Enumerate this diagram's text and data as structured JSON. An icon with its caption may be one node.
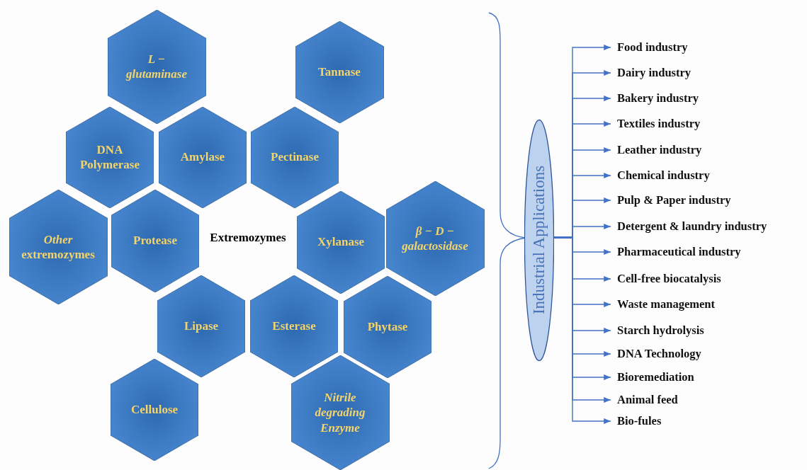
{
  "diagram": {
    "nodes": [
      {
        "text": [
          "L − glutaminase"
        ]
      },
      {
        "text": [
          "Tannase"
        ]
      },
      {
        "text": [
          "DNA Polymerase"
        ]
      },
      {
        "text": [
          "Amylase"
        ]
      },
      {
        "text": [
          "Pectinase"
        ]
      },
      {
        "text": [
          "*Other* extremozymes"
        ]
      },
      {
        "text": [
          "Protease"
        ]
      },
      {
        "text": [
          "Xylanase"
        ]
      },
      {
        "text": [
          "β − D − galactosidase"
        ]
      },
      {
        "text": [
          "Lipase"
        ]
      },
      {
        "text": [
          "Esterase"
        ]
      },
      {
        "text": [
          "Phytase"
        ]
      },
      {
        "text": [
          "Cellulose"
        ]
      },
      {
        "text": [
          "Nitrile degrading Enzyme"
        ]
      },
      {
        "text": [
          "Industrial Applications"
        ]
      },
      {
        "text": [
          "Food industry"
        ]
      },
      {
        "text": [
          "Dairy industry"
        ]
      },
      {
        "text": [
          "Bakery industry"
        ]
      },
      {
        "text": [
          "Textiles industry"
        ]
      },
      {
        "text": [
          "Leather industry"
        ]
      },
      {
        "text": [
          "Chemical industry"
        ]
      },
      {
        "text": [
          "Pulp & Paper industry"
        ]
      },
      {
        "text": [
          "Detergent & laundry industry"
        ]
      },
      {
        "text": [
          "Pharmaceutical industry"
        ]
      },
      {
        "text": [
          "Cell-free biocatalysis"
        ]
      },
      {
        "text": [
          "Waste management"
        ]
      },
      {
        "text": [
          "Starch hydrolysis"
        ]
      },
      {
        "text": [
          "DNA Technology"
        ]
      },
      {
        "text": [
          "Bioremediation"
        ]
      },
      {
        "text": [
          "Animal feed"
        ]
      },
      {
        "text": [
          "Bio-fules"
        ]
      }
    ],
    "edges": [
      {
        "from": 14,
        "to": 15,
        "arrow": "to"
      },
      {
        "from": 14,
        "to": 16,
        "arrow": "to"
      },
      {
        "from": 14,
        "to": 17,
        "arrow": "to"
      },
      {
        "from": 14,
        "to": 18,
        "arrow": "to"
      },
      {
        "from": 14,
        "to": 19,
        "arrow": "to"
      },
      {
        "from": 14,
        "to": 20,
        "arrow": "to"
      },
      {
        "from": 14,
        "to": 21,
        "arrow": "to"
      },
      {
        "from": 14,
        "to": 22,
        "arrow": "to"
      },
      {
        "from": 14,
        "to": 23,
        "arrow": "to"
      },
      {
        "from": 14,
        "to": 24,
        "arrow": "to"
      },
      {
        "from": 14,
        "to": 25,
        "arrow": "to"
      },
      {
        "from": 14,
        "to": 26,
        "arrow": "to"
      },
      {
        "from": 14,
        "to": 27,
        "arrow": "to"
      },
      {
        "from": 14,
        "to": 28,
        "arrow": "to"
      },
      {
        "from": 14,
        "to": 29,
        "arrow": "to"
      },
      {
        "from": 14,
        "to": 30,
        "arrow": "to"
      }
    ],
    "labels": [
      "Extremozymes"
    ]
  }
}
